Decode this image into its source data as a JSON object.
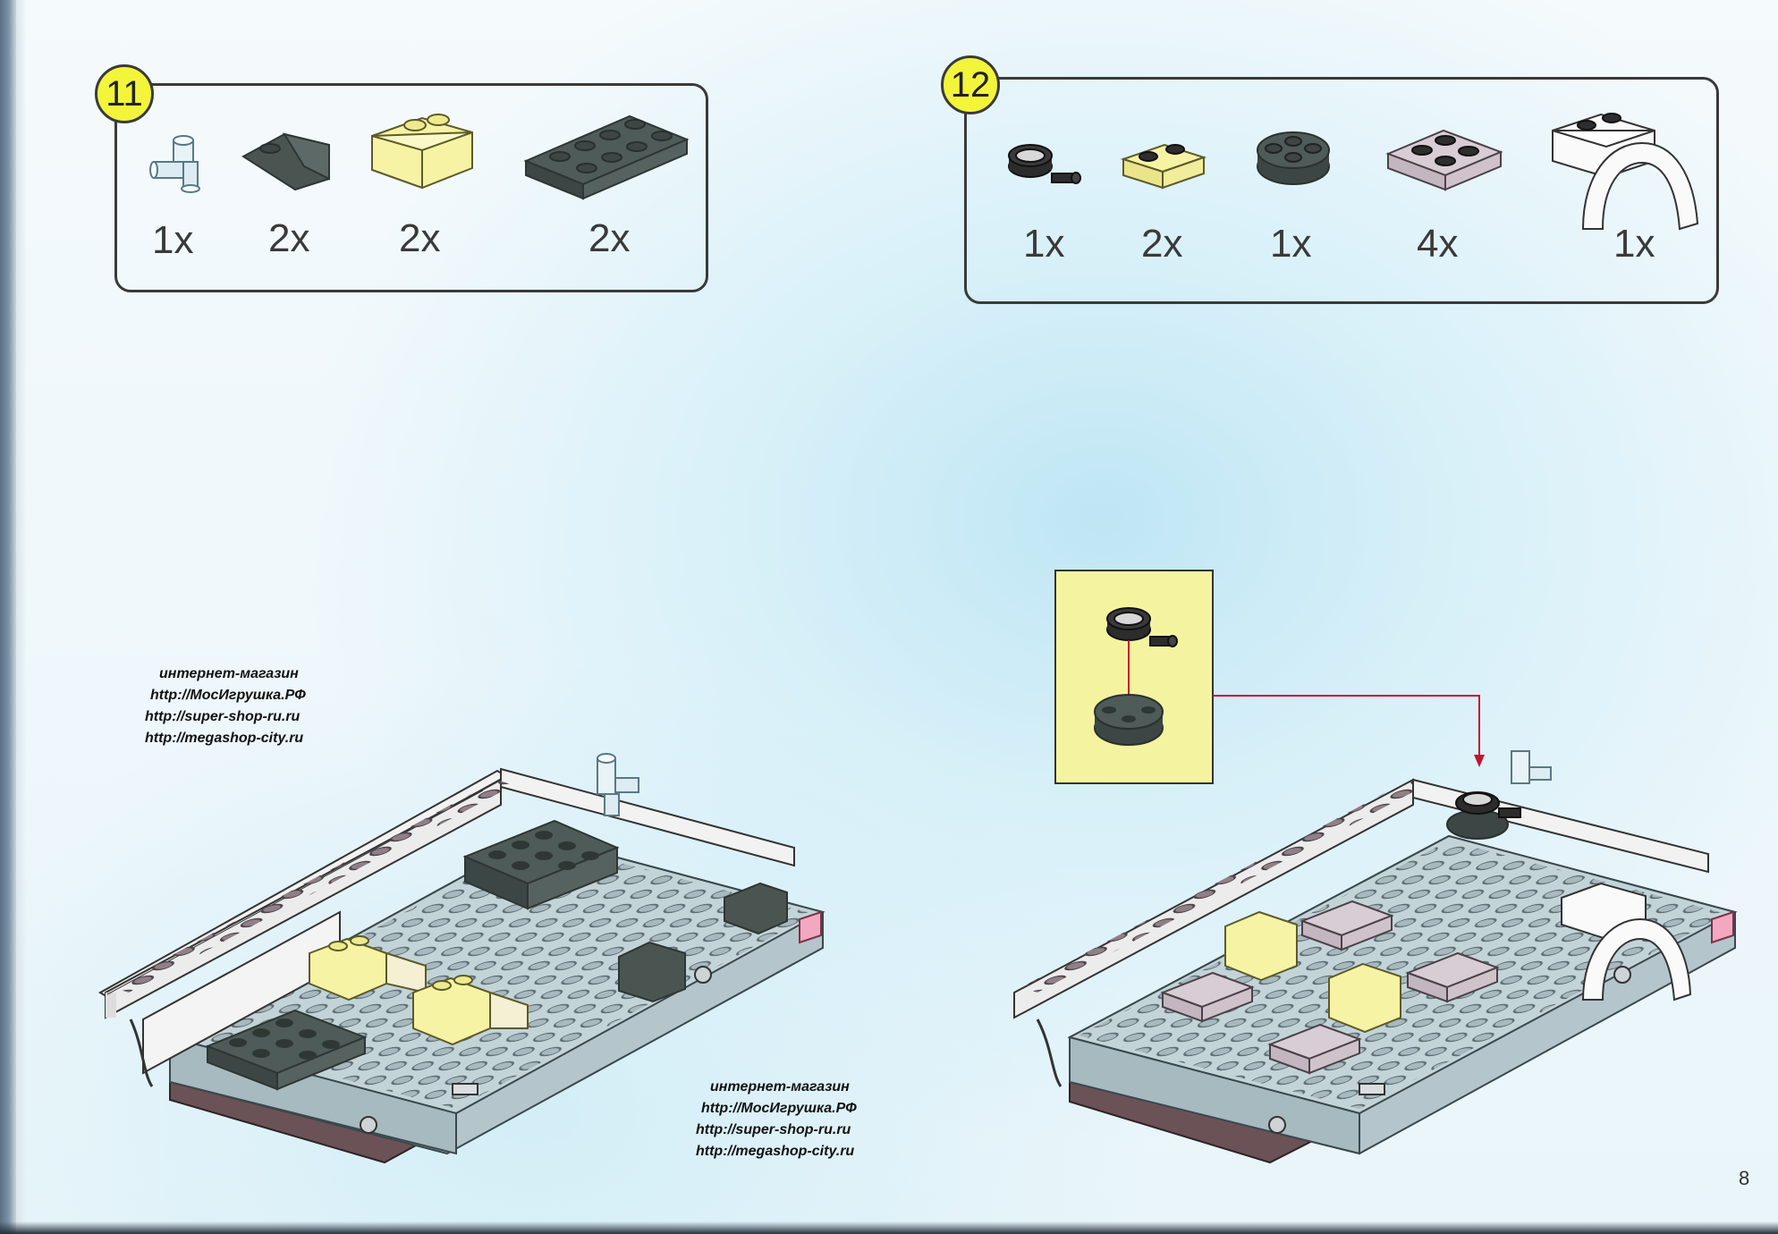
{
  "steps": [
    {
      "number": "11",
      "parts": [
        {
          "icon": "transparent-clip-brick",
          "qty": "1x"
        },
        {
          "icon": "dark-gray-slope-brick",
          "qty": "2x"
        },
        {
          "icon": "yellow-slope-brick",
          "qty": "2x"
        },
        {
          "icon": "dark-gray-plate-2x4",
          "qty": "2x"
        }
      ]
    },
    {
      "number": "12",
      "parts": [
        {
          "icon": "black-ring-bracket",
          "qty": "1x"
        },
        {
          "icon": "yellow-plate-1x2",
          "qty": "2x"
        },
        {
          "icon": "dark-gray-round-plate",
          "qty": "1x"
        },
        {
          "icon": "lavender-plate-2x2",
          "qty": "4x"
        },
        {
          "icon": "white-wheel-arch",
          "qty": "1x"
        }
      ]
    }
  ],
  "watermarks": [
    {
      "lines": [
        "интернет-магазин",
        "http://МосИгрушка.РФ",
        "http://super-shop-ru.ru",
        "http://megashop-city.ru"
      ]
    },
    {
      "lines": [
        "интернет-магазин",
        "http://МосИгрушка.РФ",
        "http://super-shop-ru.ru",
        "http://megashop-city.ru"
      ]
    }
  ],
  "page_number": "8",
  "colors": {
    "badge": "#f3f53a",
    "callout": "#f4f4a0",
    "arrow": "#c8102e",
    "dark_gray": "#4a5552",
    "light_blue_gray": "#b4c6cc",
    "yellow": "#f7f3a4",
    "lavender": "#d2c6cf",
    "white": "#f8f8f8"
  }
}
